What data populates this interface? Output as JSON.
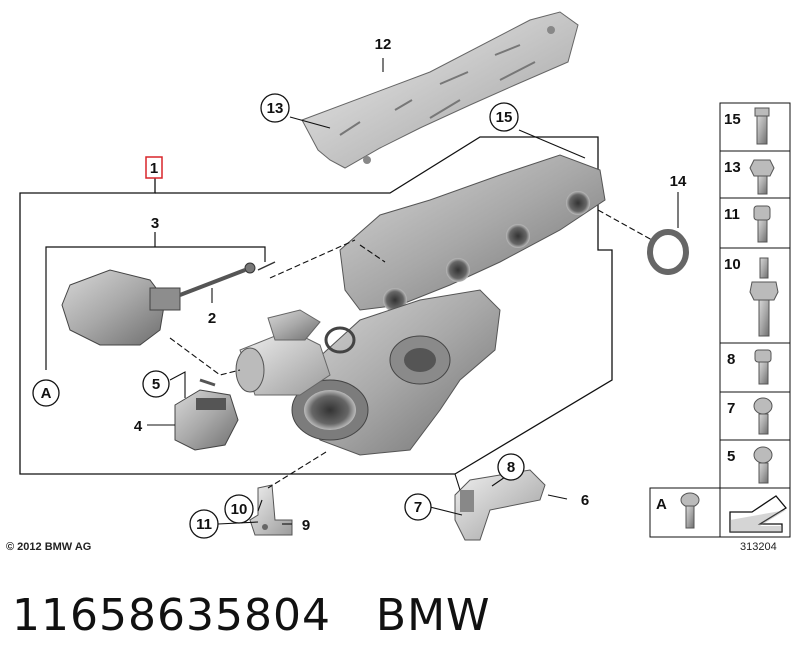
{
  "callouts": {
    "c1": "1",
    "c2": "2",
    "c3": "3",
    "c4": "4",
    "c5": "5",
    "c6": "6",
    "c7": "7",
    "c8": "8",
    "c9": "9",
    "c10": "10",
    "c11": "11",
    "c12": "12",
    "c13": "13",
    "c14": "14",
    "c15": "15",
    "detailA": "A"
  },
  "sidepanel": {
    "items": [
      "15",
      "13",
      "11",
      "10",
      "8",
      "7",
      "5",
      "A"
    ]
  },
  "copyright": "© 2012 BMW AG",
  "catalog_number": "313204",
  "footer": {
    "part_number": "11658635804",
    "brand": "BMW"
  },
  "colors": {
    "callout_highlight": "#d9252a",
    "part_gray": "#9a9a9a",
    "line": "#111111"
  }
}
